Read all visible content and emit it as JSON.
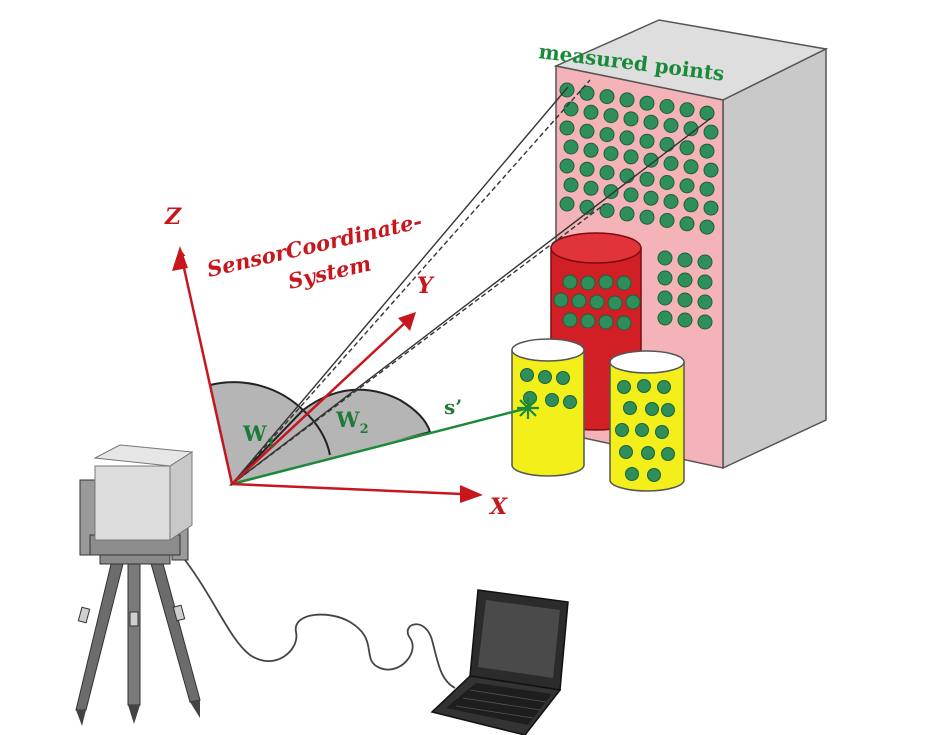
{
  "labels": {
    "measured_points": "measured points",
    "sensor_line1": "SensorCoordinate-",
    "sensor_line2": "System",
    "axis_z": "Z",
    "axis_y": "Y",
    "axis_x": "X",
    "angle_w1": "W",
    "angle_w1_sub": "1",
    "angle_w2": "W",
    "angle_w2_sub": "2",
    "beam_s": "s’"
  },
  "colors": {
    "axis_red": "#c8161d",
    "beam_green": "#1a8a3a",
    "point_green": "#2e8f5a",
    "building_front": "#f4b3b8",
    "building_side": "#c9c9c9",
    "building_top": "#dcdcdc",
    "cylinder_red": "#d21f26",
    "cylinder_yellow": "#f2ef1a",
    "angle_sector": "#b5b5b5"
  },
  "icons": {
    "scanner": "laser-scanner-icon",
    "tripod": "tripod-icon",
    "laptop": "laptop-icon",
    "cable": "cable-icon"
  }
}
